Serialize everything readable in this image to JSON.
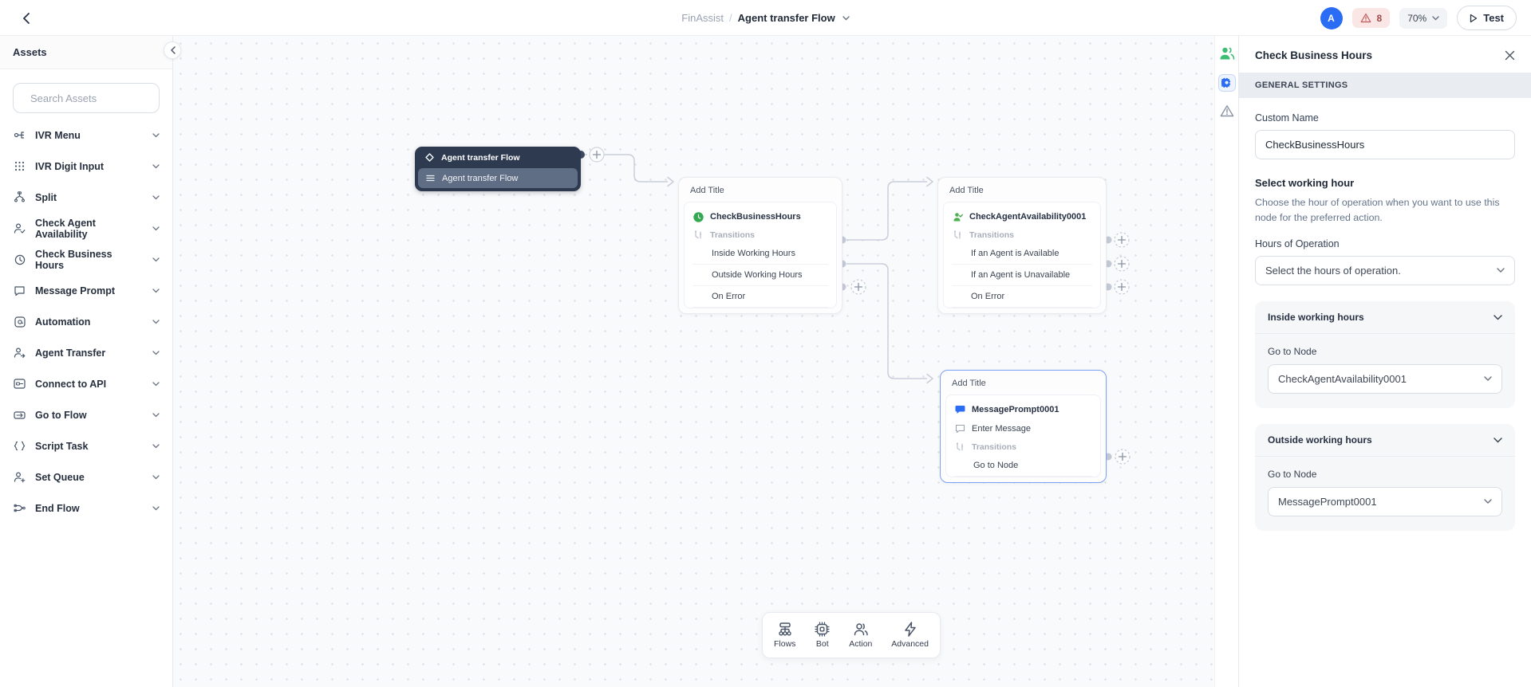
{
  "topbar": {
    "breadcrumb": {
      "app": "FinAssist",
      "separator": "/",
      "page": "Agent transfer Flow"
    },
    "avatar_initial": "A",
    "warning_count": "8",
    "zoom_level": "70%",
    "test_button": "Test"
  },
  "sidebar": {
    "title": "Assets",
    "search_placeholder": "Search Assets",
    "items": [
      {
        "label": "IVR Menu"
      },
      {
        "label": "IVR Digit Input"
      },
      {
        "label": "Split"
      },
      {
        "label": "Check Agent Availability"
      },
      {
        "label": "Check Business Hours"
      },
      {
        "label": "Message Prompt"
      },
      {
        "label": "Automation"
      },
      {
        "label": "Agent Transfer"
      },
      {
        "label": "Connect to API"
      },
      {
        "label": "Go to Flow"
      },
      {
        "label": "Script Task"
      },
      {
        "label": "Set Queue"
      },
      {
        "label": "End Flow"
      }
    ]
  },
  "canvas": {
    "start_node": {
      "header": "Agent transfer Flow",
      "selected_flow": "Agent transfer Flow"
    },
    "nodes": [
      {
        "title": "Add Title",
        "name": "CheckBusinessHours",
        "transitions_label": "Transitions",
        "transitions": [
          "Inside Working Hours",
          "Outside Working Hours",
          "On Error"
        ]
      },
      {
        "title": "Add Title",
        "name": "CheckAgentAvailability0001",
        "transitions_label": "Transitions",
        "transitions": [
          "If an Agent is Available",
          "If an Agent is Unavailable",
          "On Error"
        ]
      },
      {
        "title": "Add Title",
        "name": "MessagePrompt0001",
        "subtitle": "Enter Message",
        "transitions_label": "Transitions",
        "transitions": [
          "Go to Node"
        ]
      }
    ],
    "toolbar": {
      "items": [
        {
          "label": "Flows"
        },
        {
          "label": "Bot"
        },
        {
          "label": "Action"
        },
        {
          "label": "Advanced"
        }
      ]
    }
  },
  "panel": {
    "title": "Check Business Hours",
    "section": "GENERAL SETTINGS",
    "custom_name": {
      "label": "Custom Name",
      "value": "CheckBusinessHours"
    },
    "working_hour": {
      "title": "Select working hour",
      "description": "Choose the hour of operation when you want to use this node for the preferred action."
    },
    "hours_of_operation": {
      "label": "Hours of Operation",
      "placeholder": "Select the hours of operation."
    },
    "accordions": [
      {
        "title": "Inside working hours",
        "goto_label": "Go to Node",
        "goto_value": "CheckAgentAvailability0001"
      },
      {
        "title": "Outside working hours",
        "goto_label": "Go to Node",
        "goto_value": "MessagePrompt0001"
      }
    ]
  },
  "colors": {
    "accent_blue": "#2b6cf5",
    "node_green": "#35a853",
    "warning_badge_bg": "#fbe6e6",
    "warning_text": "#9c4a4a",
    "selected_node_border": "#7c9ff8",
    "dark_node_bg": "#2d3a50"
  }
}
